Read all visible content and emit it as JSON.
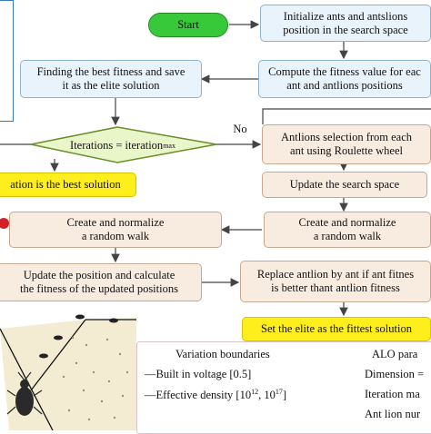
{
  "nodes": {
    "start": "Start",
    "init": [
      "Initialize ants and antslions",
      "position in the search space"
    ],
    "best": [
      "Finding the best fitness and save",
      "it as the elite solution"
    ],
    "compute": [
      "Compute the fitness value for eac",
      "ant and antlions positions"
    ],
    "iter_prefix": "Iterations = iteration",
    "iter_sub": "max",
    "no_label": "No",
    "selection": [
      "Antlions selection from each",
      "ant using Roulette wheel"
    ],
    "elite_best": "ation is the best solution",
    "update_space": "Update the search space",
    "walk_left": [
      "Create and normalize",
      "a random walk"
    ],
    "walk_right": [
      "Create and normalize",
      "a random walk"
    ],
    "update_pos": [
      "Update the position and calculate",
      "the fitness of the updated positions"
    ],
    "replace": [
      "Replace antlion by ant if ant fitnes",
      "is better thant antlion fitness"
    ],
    "fittest": "Set the elite as the fittest solution"
  },
  "info": {
    "variation_title": "Variation boundaries",
    "built_in": "—Built in voltage [0.5]",
    "density_prefix": "—Effective density [10",
    "density_exp1": "12",
    "density_sep": ", 10",
    "density_exp2": "17",
    "density_suffix": "]",
    "alo_title": "ALO para",
    "dimension": "Dimension =",
    "iteration_ma": "Iteration ma",
    "ant_lion_nu": "Ant lion nur"
  },
  "colors": {
    "start_green": "#38c93a",
    "yellow": "#fdee1c",
    "blue_box": "#e8f3fb",
    "tan_box": "#f8ece1",
    "diamond": "#e9f6c9",
    "arrow": "#444444"
  }
}
